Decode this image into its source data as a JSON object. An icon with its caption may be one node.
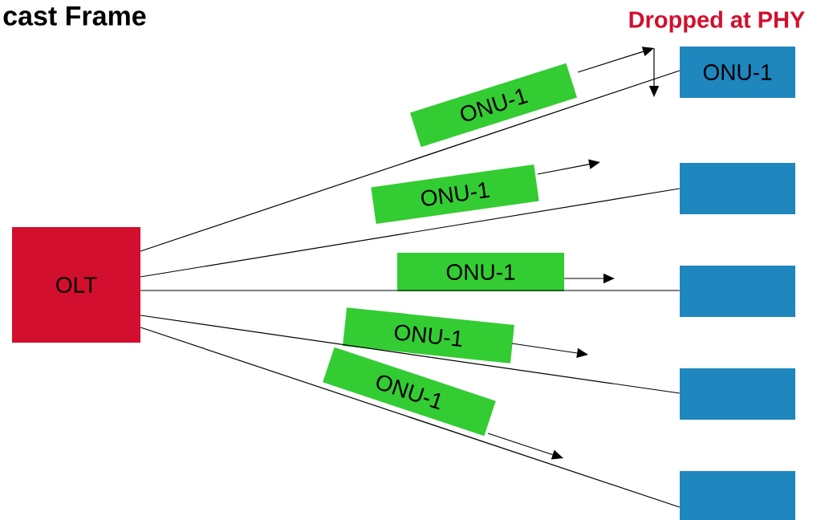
{
  "diagram": {
    "title": "cast Frame",
    "nodes": [
      {
        "text": [
          "OLT"
        ]
      },
      {
        "text": [
          "ONU-1"
        ]
      },
      {
        "text": [],
        "shape": "box"
      },
      {
        "text": [],
        "shape": "box"
      },
      {
        "text": [],
        "shape": "box"
      },
      {
        "text": [],
        "shape": "box"
      },
      {
        "text": [
          "ONU-1"
        ]
      },
      {
        "text": [
          "ONU-1"
        ]
      },
      {
        "text": [
          "ONU-1"
        ]
      },
      {
        "text": [
          "ONU-1"
        ]
      },
      {
        "text": [
          "ONU-1"
        ]
      }
    ],
    "edges": [
      {
        "from": 0,
        "to": 1,
        "arrow": "none"
      },
      {
        "from": 0,
        "to": 2,
        "arrow": "none"
      },
      {
        "from": 0,
        "to": 3,
        "arrow": "none"
      },
      {
        "from": 0,
        "to": 4,
        "arrow": "none"
      },
      {
        "from": 0,
        "to": 5,
        "arrow": "none"
      }
    ],
    "labels": [
      "Dropped at PHY"
    ]
  }
}
